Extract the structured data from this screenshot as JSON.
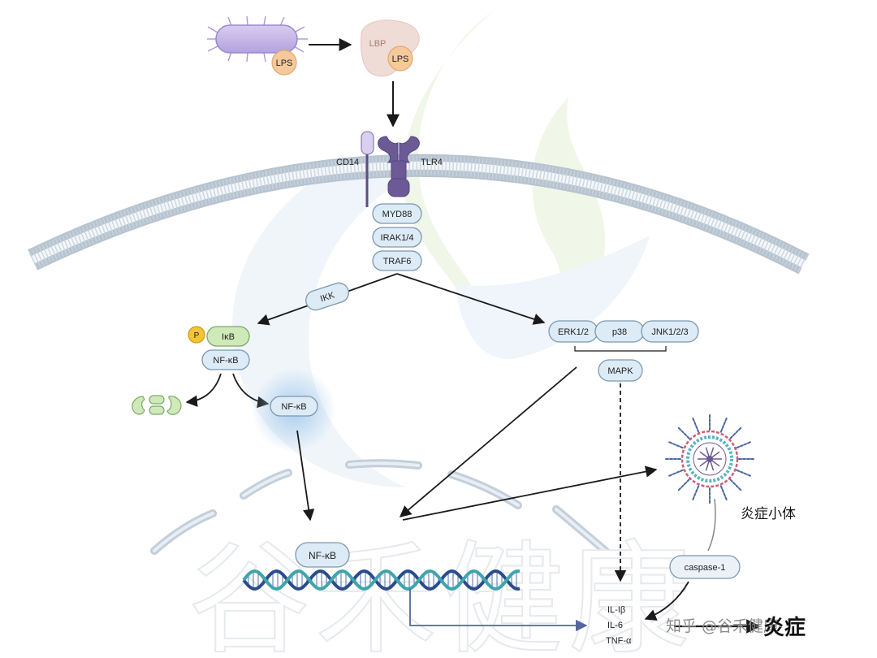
{
  "labels": {
    "lps_1": "LPS",
    "lbp": "LBP",
    "lps_2": "LPS",
    "cd14": "CD14",
    "tlr4": "TLR4",
    "myd88": "MYD88",
    "irak": "IRAK1/4",
    "traf6": "TRAF6",
    "ikk": "IKK",
    "p": "P",
    "ikb": "IκB",
    "nfkb_1": "NF-κB",
    "nfkb_2": "NF-κB",
    "nfkb_3": "NF-κB",
    "erk": "ERK1/2",
    "p38": "p38",
    "jnk": "JNK1/2/3",
    "mapk": "MAPK",
    "inflammasome": "炎症小体",
    "caspase": "caspase-1",
    "il1b": "IL-Iβ",
    "il6": "IL-6",
    "tnfa": "TNF-α",
    "inflammation": "炎症"
  },
  "watermark": {
    "large": "谷禾健康",
    "small": "知乎 @谷禾健康"
  },
  "colors": {
    "node_fill": "#dcebf6",
    "node_stroke": "#7d98ad",
    "arrow": "#1a1a1a",
    "bacterium": "#c6b8e8",
    "lps": "#f6c99a",
    "tlr4": "#6b5a96",
    "ikb": "#cfe9b8",
    "phospho": "#f4c532",
    "dna_blue": "#2b4c8c",
    "dna_teal": "#3fa4ad"
  }
}
